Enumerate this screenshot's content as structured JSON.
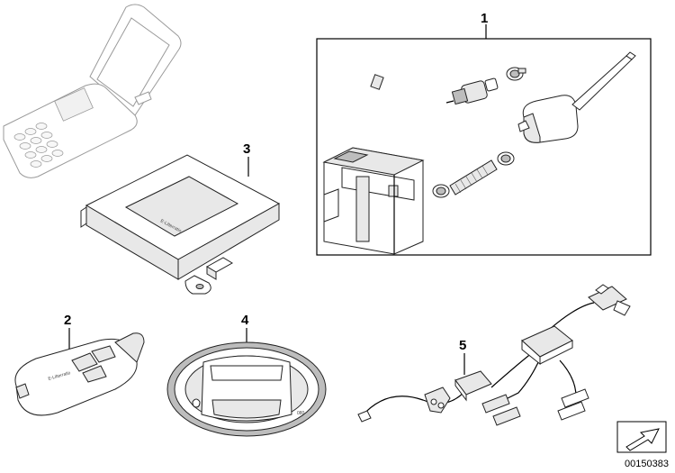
{
  "callouts": {
    "c1": "1",
    "c2": "2",
    "c3": "3",
    "c4": "4",
    "c5": "5"
  },
  "part_labels": {
    "control_unit_brand": "E-Lilterratio",
    "remote_brand": "E-Lilterratio",
    "display_mode": "080"
  },
  "reference": "00150383",
  "icons": {
    "phone": "mobile-phone-icon",
    "arrow": "navigation-arrow-icon"
  }
}
